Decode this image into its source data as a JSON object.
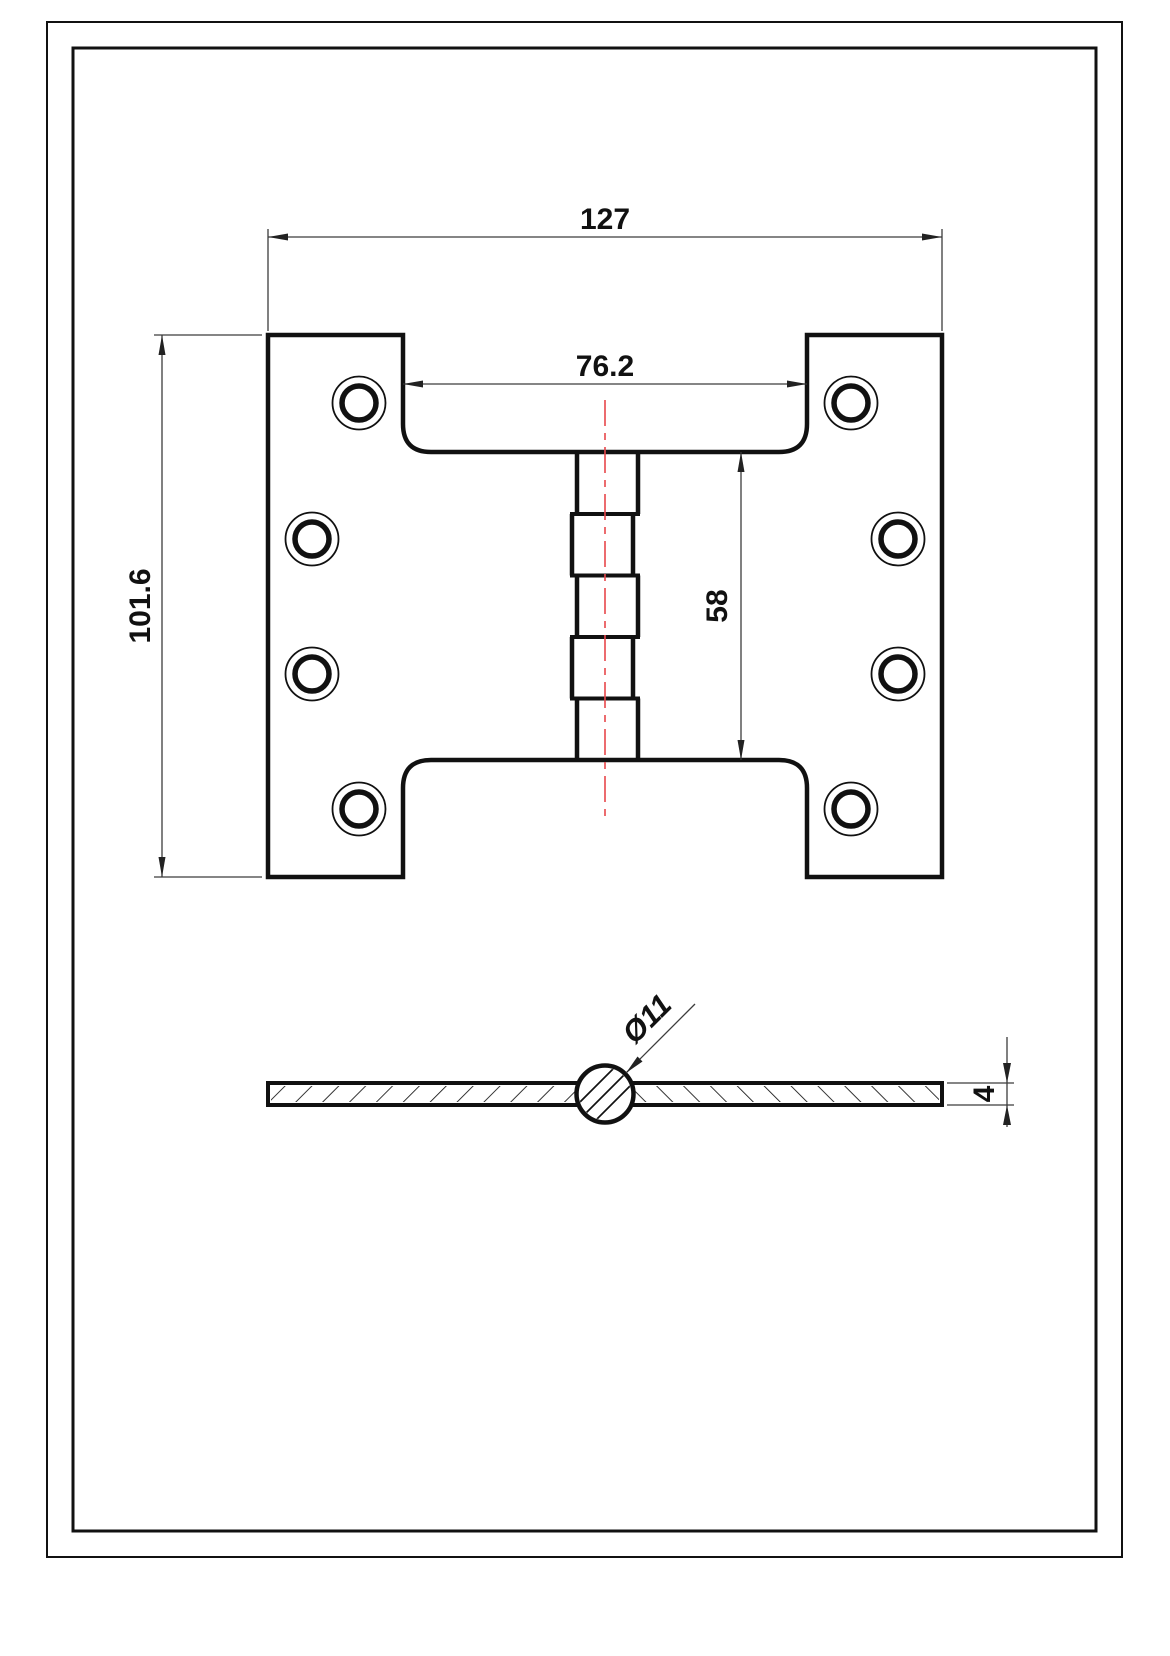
{
  "dims": {
    "overall_width": "127",
    "inner_width": "76.2",
    "overall_height": "101.6",
    "knuckle_height": "58",
    "pin_diameter": "Ø11",
    "leaf_thickness": "4"
  },
  "colors": {
    "part_line": "#111111",
    "dimension_line": "#3c3c3c",
    "centerline": "#e8474b",
    "background": "#ffffff"
  }
}
